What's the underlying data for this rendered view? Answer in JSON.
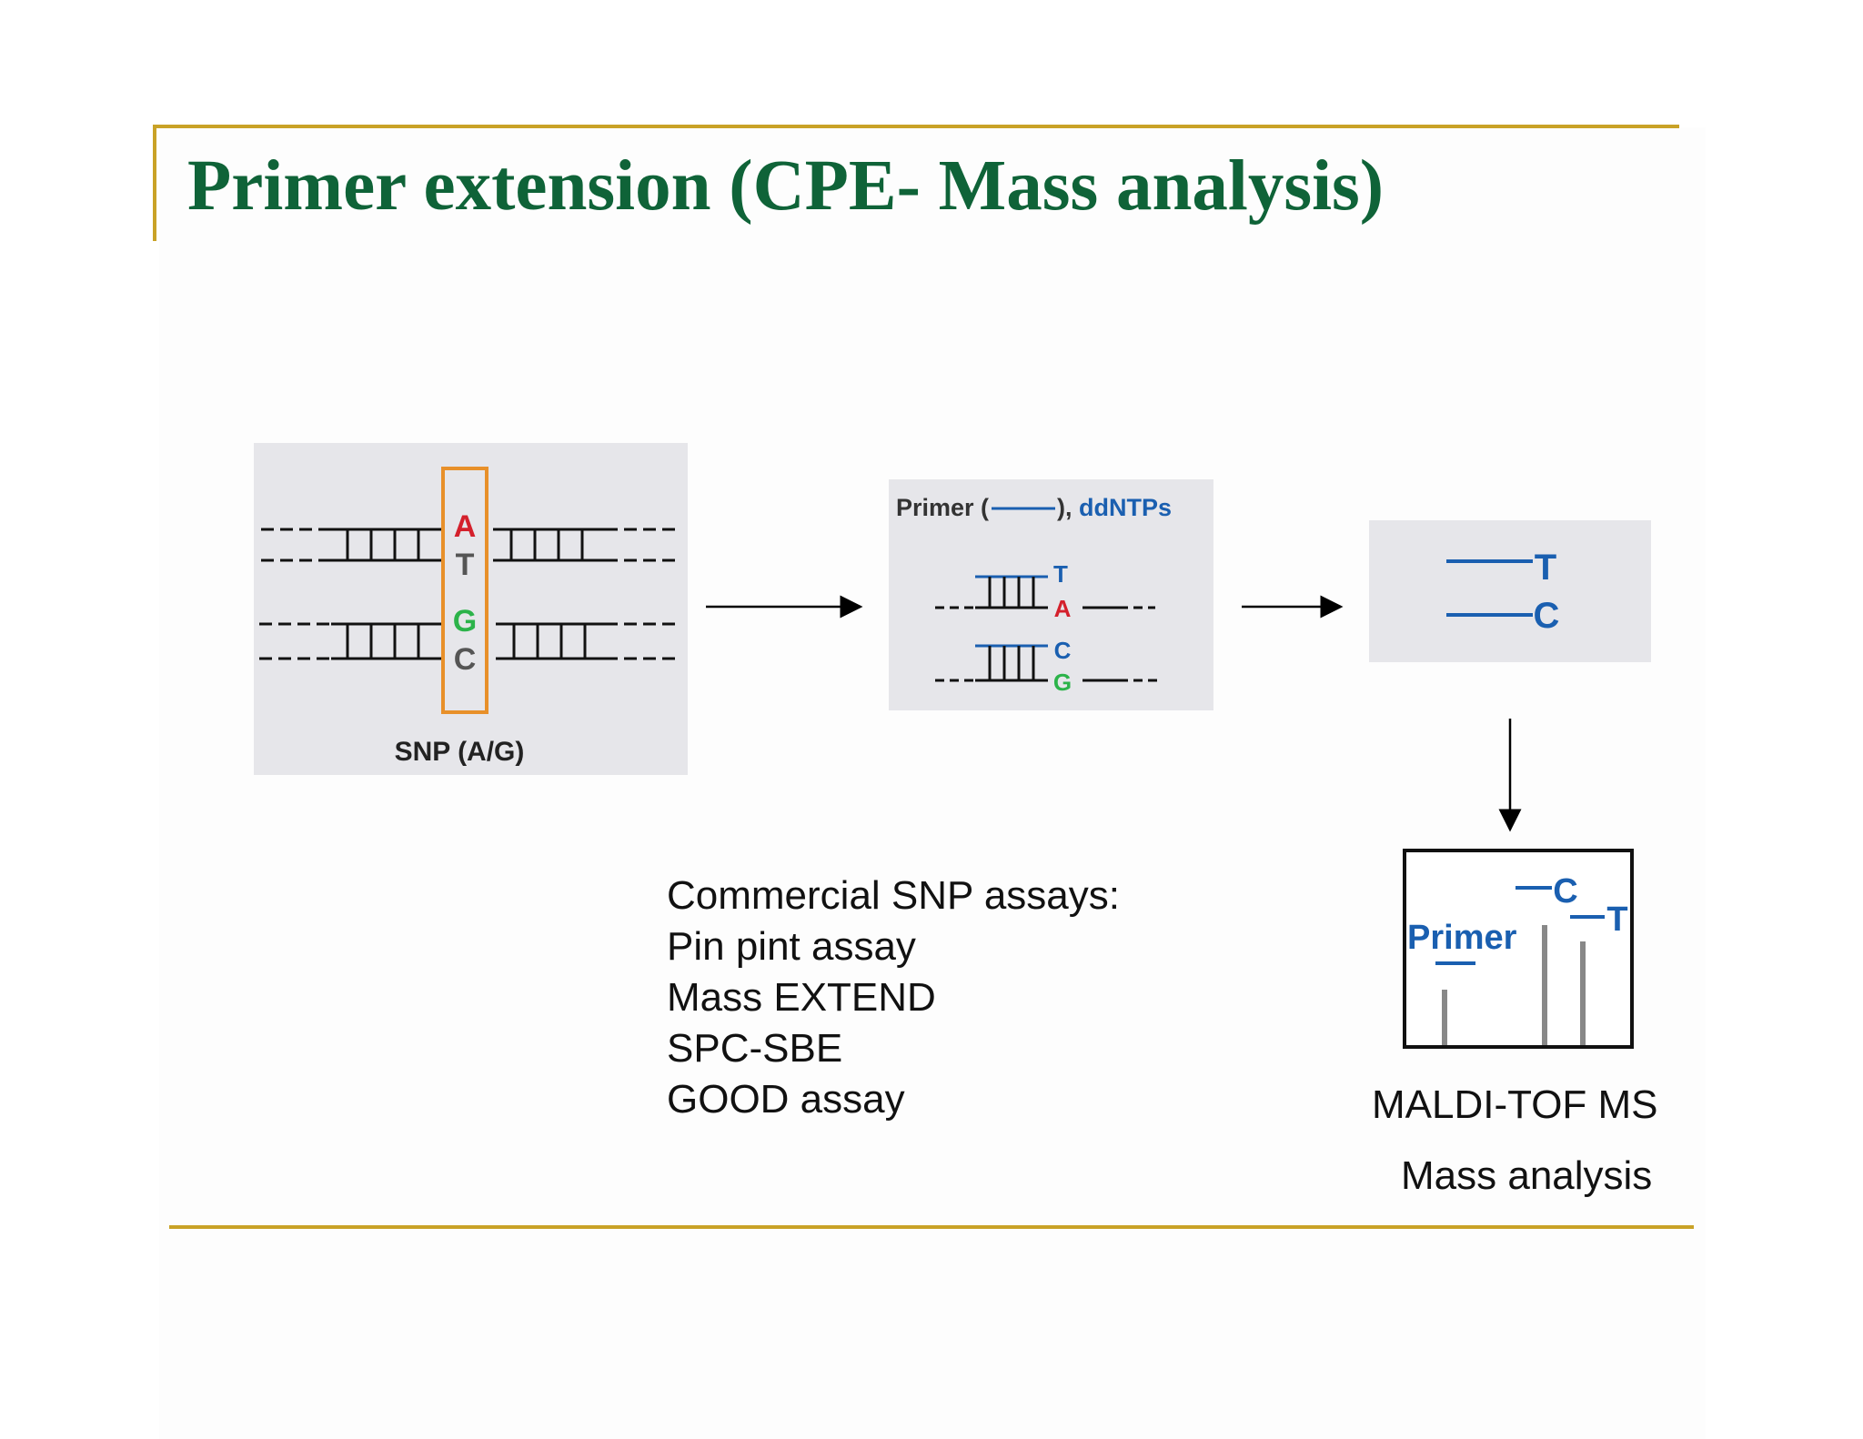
{
  "title": "Primer extension (CPE- Mass analysis)",
  "colors": {
    "title": "#0f6338",
    "frame": "#c9a227",
    "nucleotide_a": "#d4202c",
    "nucleotide_g": "#2cb34a",
    "nucleotide_tc": "#555555",
    "blue": "#1a5fb0",
    "panel": "#e6e6ea",
    "snp_box": "#e8902a"
  },
  "snp_panel": {
    "bases_top": [
      "A",
      "T"
    ],
    "bases_bottom": [
      "G",
      "C"
    ],
    "caption": "SNP (A/G)"
  },
  "primer_panel": {
    "legend_primer": "Primer (",
    "legend_close": "),",
    "legend_ddntps": "ddNTPs",
    "top_ext": "T",
    "top_template": "A",
    "bottom_ext": "C",
    "bottom_template": "G"
  },
  "products_panel": {
    "products": [
      "T",
      "C"
    ]
  },
  "spectrum": {
    "primer_label": "Primer",
    "peak_c": "C",
    "peak_t": "T"
  },
  "assays": {
    "heading": "Commercial SNP assays:",
    "items": [
      "Pin pint assay",
      "Mass EXTEND",
      "SPC-SBE",
      "GOOD assay"
    ]
  },
  "maldi_label": "MALDI-TOF MS",
  "mass_label": "Mass analysis"
}
